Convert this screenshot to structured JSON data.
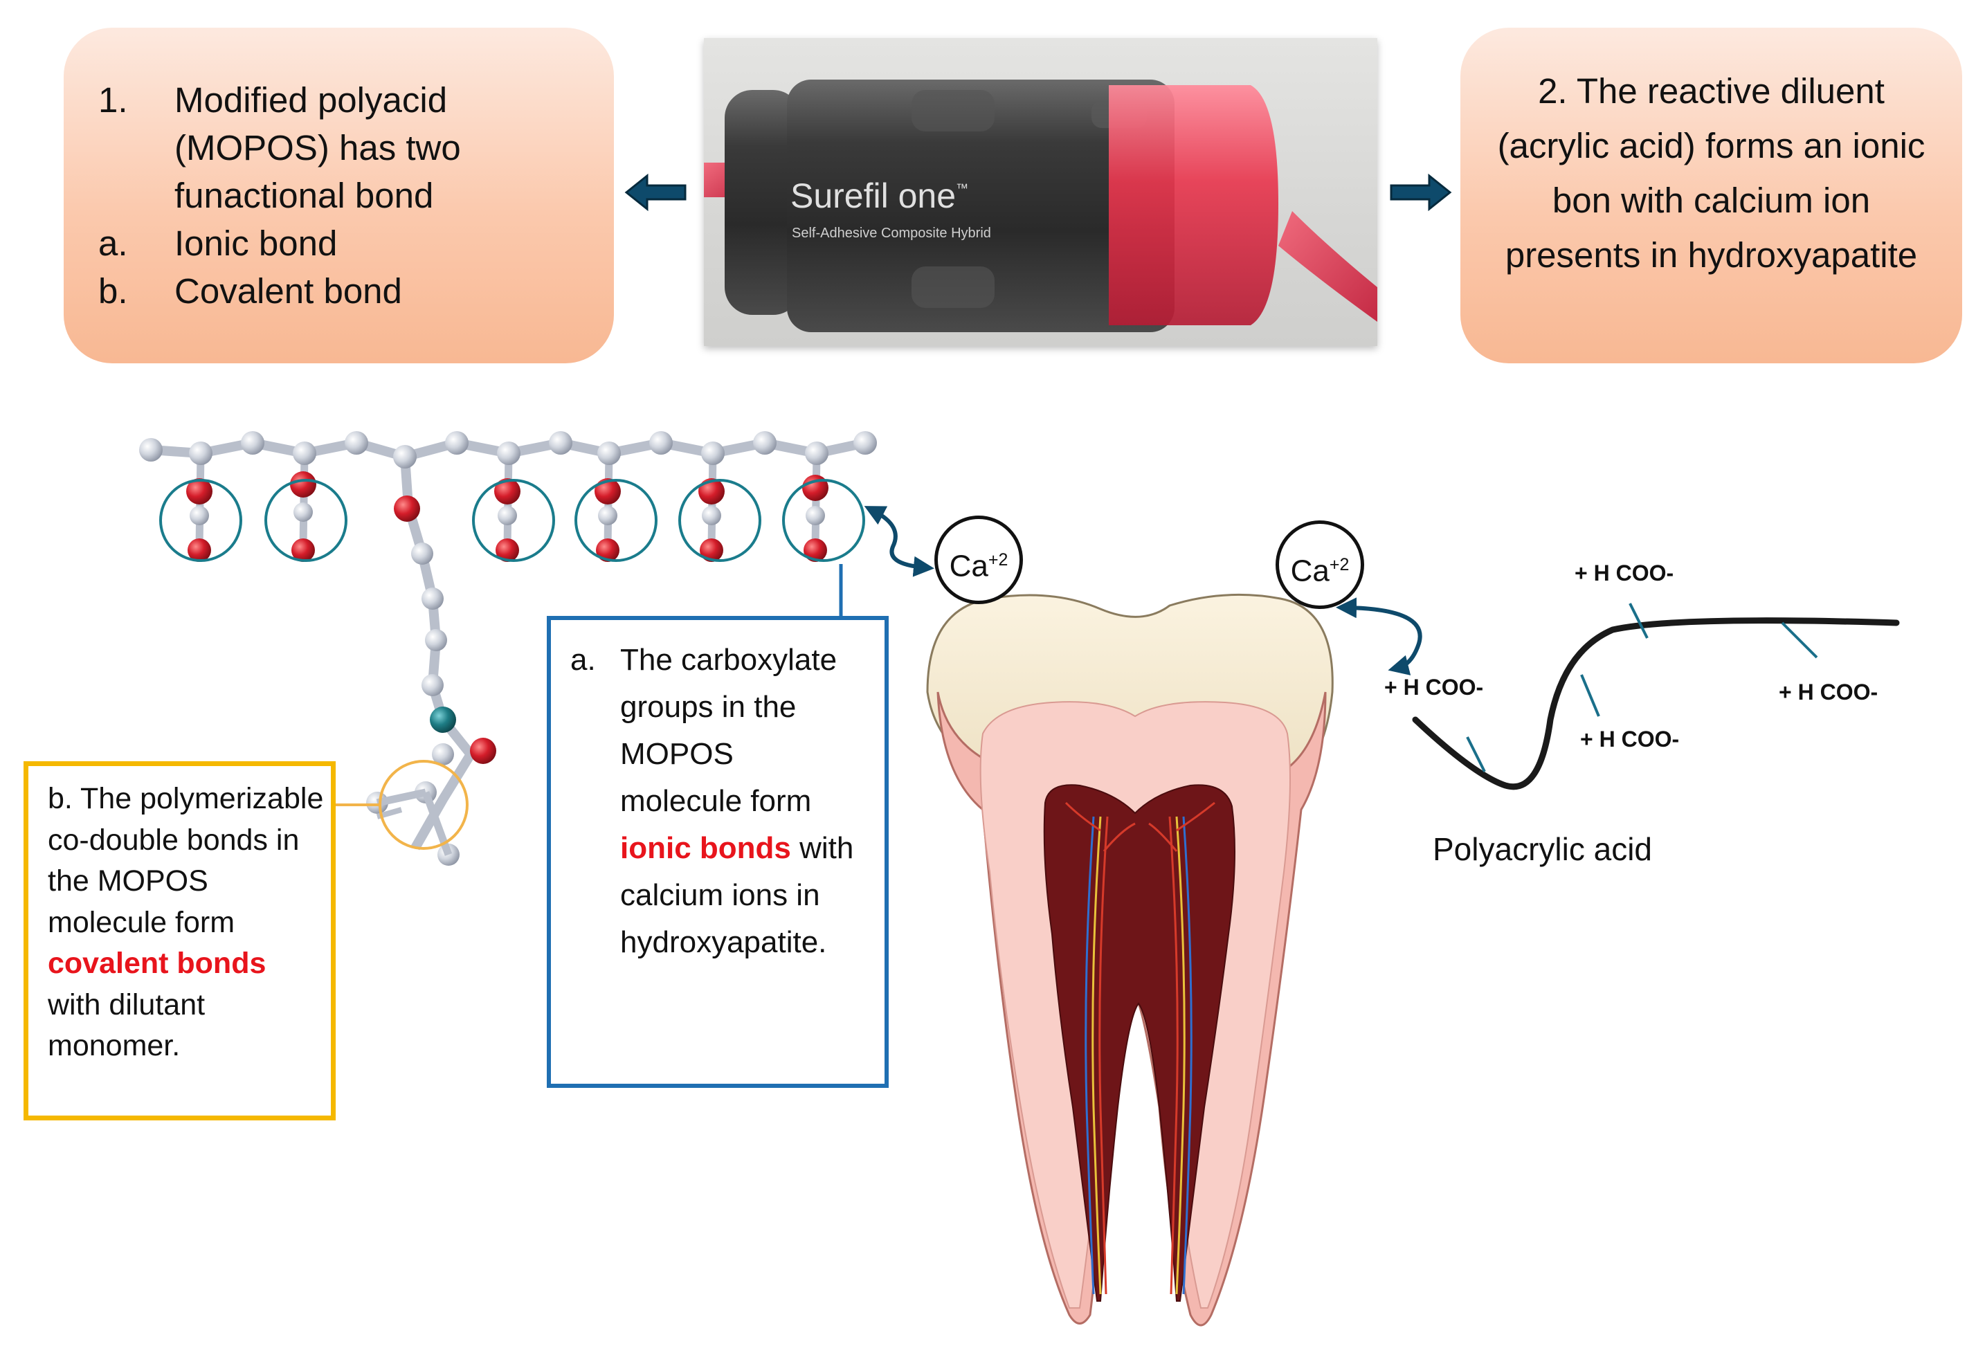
{
  "box1": {
    "items": [
      {
        "marker": "1.",
        "text": "Modified polyacid (MOPOS) has two funactional bond"
      },
      {
        "marker": "a.",
        "text": "Ionic bond"
      },
      {
        "marker": "b.",
        "text": "Covalent bond"
      }
    ]
  },
  "box2": {
    "text": "2. The reactive diluent (acrylic acid) forms an ionic bon with calcium ion presents in hydroxyapatite"
  },
  "product": {
    "brand": "Surefil one",
    "trademark": "™",
    "subtitle": "Self-Adhesive Composite Hybrid"
  },
  "ionic_box": {
    "marker": "a.",
    "text_before": "The carboxylate groups in the MOPOS molecule form",
    "highlight": "ionic bonds",
    "text_after": "with calcium ions in hydroxyapatite."
  },
  "covalent_box": {
    "text_before": "b. The polymerizable co-double bonds in the MOPOS molecule form",
    "highlight": "covalent bonds",
    "text_after": "with dilutant monomer."
  },
  "calcium_labels": [
    {
      "base": "Ca",
      "charge": "+2"
    },
    {
      "base": "Ca",
      "charge": "+2"
    }
  ],
  "polyacrylic": {
    "label": "Polyacrylic acid",
    "groups": [
      "+ H   COO-",
      "+ H   COO-",
      "+ H   COO-",
      "+ H   COO-"
    ]
  },
  "colors": {
    "peach_box": "#fbc9ad",
    "arrow": "#0e4a6b",
    "ionic_box_border": "#1f6fb2",
    "covalent_box_border": "#f5b800",
    "highlight_red": "#e8141c",
    "circle_teal": "#1a7c8c",
    "oxygen_red": "#d0202a",
    "carbon_gray": "#c9ced8",
    "nitrogen_teal": "#1e7d85"
  }
}
